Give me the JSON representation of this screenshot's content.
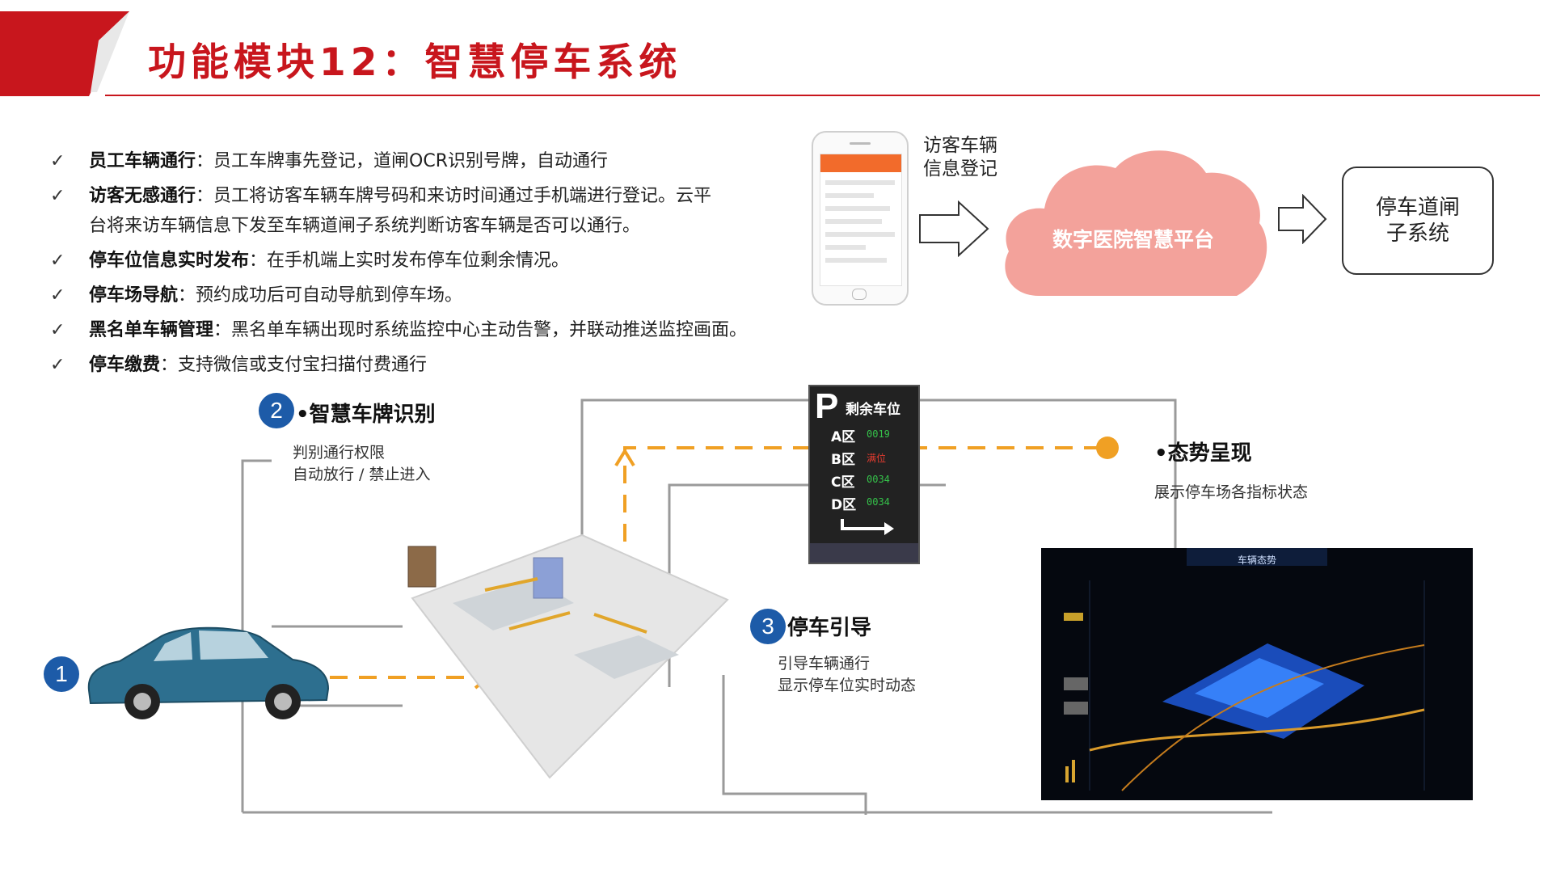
{
  "header": {
    "title": "功能模块12：智慧停车系统",
    "accent_color": "#c8161d"
  },
  "features": [
    {
      "check": "✓",
      "label": "员工车辆通行",
      "text": "：员工车牌事先登记，道闸OCR识别号牌，自动通行"
    },
    {
      "check": "✓",
      "label": "访客无感通行",
      "text": "：员工将访客车辆车牌号码和来访时间通过手机端进行登记。云平",
      "cont": "台将来访车辆信息下发至车辆道闸子系统判断访客车辆是否可以通行。"
    },
    {
      "check": "✓",
      "label": "停车位信息实时发布",
      "text": "：在手机端上实时发布停车位剩余情况。"
    },
    {
      "check": "✓",
      "label": "停车场导航",
      "text": "：预约成功后可自动导航到停车场。"
    },
    {
      "check": "✓",
      "label": "黑名单车辆管理",
      "text": "：黑名单车辆出现时系统监控中心主动告警，并联动推送监控画面。"
    },
    {
      "check": "✓",
      "label": "停车缴费",
      "text": "：支持微信或支付宝扫描付费通行"
    }
  ],
  "flow": {
    "visitor_label": [
      "访客车辆",
      "信息登记"
    ],
    "cloud_label": "数字医院智慧平台",
    "gate_label": [
      "停车道闸",
      "子系统"
    ],
    "cloud_color": "#f3a29b"
  },
  "sections": {
    "s1": {
      "number": "1"
    },
    "s2": {
      "number": "2",
      "title": "•智慧车牌识别",
      "lines": [
        "判别通行权限",
        "自动放行 / 禁止进入"
      ]
    },
    "s3": {
      "number": "3",
      "title": "停车引导",
      "lines": [
        "引导车辆通行",
        "显示停车位实时动态"
      ]
    },
    "s4": {
      "title": "•态势呈现",
      "lines": [
        "展示停车场各指标状态"
      ]
    }
  },
  "sign": {
    "p": "P",
    "header": "剩余车位",
    "zones": [
      {
        "zone": "A区",
        "value": "0019",
        "color": "#35c24a"
      },
      {
        "zone": "B区",
        "value": "满位",
        "color": "#e43b2f"
      },
      {
        "zone": "C区",
        "value": "0034",
        "color": "#35c24a"
      },
      {
        "zone": "D区",
        "value": "0034",
        "color": "#35c24a"
      }
    ]
  },
  "dashboard": {
    "title": "车辆态势"
  }
}
